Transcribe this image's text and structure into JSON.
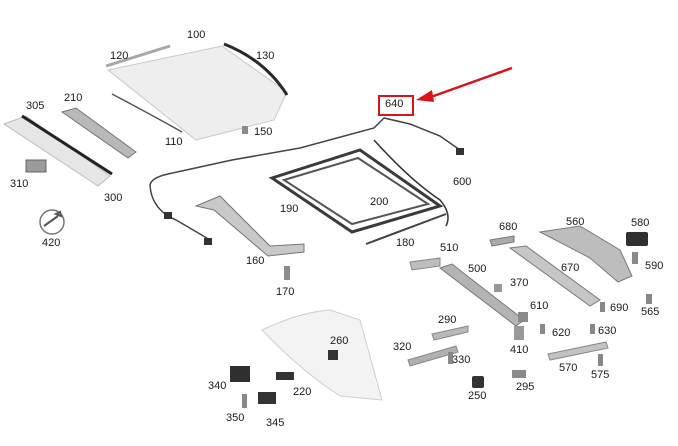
{
  "diagram": {
    "highlighted_part": "640",
    "highlight_color": "#d9141b",
    "labels": {
      "p100": "100",
      "p110": "110",
      "p120": "120",
      "p130": "130",
      "p150": "150",
      "p160": "160",
      "p170": "170",
      "p180": "180",
      "p190": "190",
      "p200": "200",
      "p210": "210",
      "p220": "220",
      "p250": "250",
      "p260": "260",
      "p290": "290",
      "p295": "295",
      "p300": "300",
      "p305": "305",
      "p310": "310",
      "p320": "320",
      "p330": "330",
      "p340": "340",
      "p345": "345",
      "p350": "350",
      "p370": "370",
      "p410": "410",
      "p420": "420",
      "p500": "500",
      "p510": "510",
      "p560": "560",
      "p565": "565",
      "p570": "570",
      "p575": "575",
      "p580": "580",
      "p590": "590",
      "p600": "600",
      "p610": "610",
      "p620": "620",
      "p630": "630",
      "p640": "640",
      "p670": "670",
      "p680": "680",
      "p690": "690"
    }
  }
}
